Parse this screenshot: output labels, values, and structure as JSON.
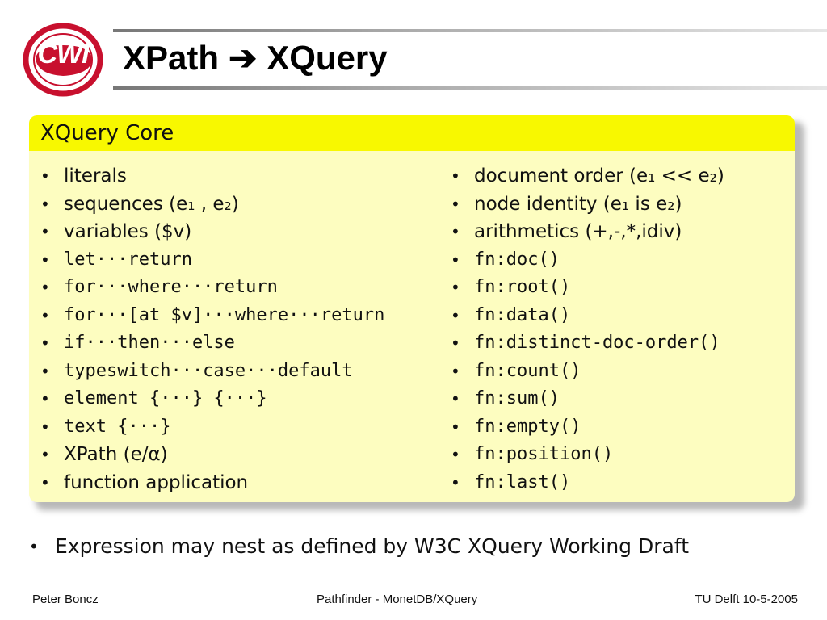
{
  "logo": {
    "text": "CWI",
    "ring_color": "#c8102e"
  },
  "title": {
    "left": "XPath",
    "arrow": "➔",
    "right": "XQuery"
  },
  "box": {
    "header": "XQuery Core",
    "header_color": "#f8f800",
    "body_color": "#fdfdc0",
    "left_items": [
      {
        "text": "literals",
        "mono": false
      },
      {
        "text": "sequences (e₁ , e₂)",
        "mono": false
      },
      {
        "text": "variables ($v)",
        "mono": false
      },
      {
        "text": "let···return",
        "mono": true
      },
      {
        "text": "for···where···return",
        "mono": true
      },
      {
        "text": "for···[at $v]···where···return",
        "mono": true
      },
      {
        "text": "if···then···else",
        "mono": true
      },
      {
        "text": "typeswitch···case···default",
        "mono": true
      },
      {
        "text": "element {···} {···}",
        "mono": true
      },
      {
        "text": "text {···}",
        "mono": true
      },
      {
        "text": "XPath (e/α)",
        "mono": false
      },
      {
        "text": "function application",
        "mono": false
      }
    ],
    "right_items": [
      {
        "text": "document order (e₁ << e₂)",
        "mono": false
      },
      {
        "text": "node identity (e₁ is e₂)",
        "mono": false
      },
      {
        "text": "arithmetics (+,-,*,idiv)",
        "mono": false
      },
      {
        "text": "fn:doc()",
        "mono": true
      },
      {
        "text": "fn:root()",
        "mono": true
      },
      {
        "text": "fn:data()",
        "mono": true
      },
      {
        "text": "fn:distinct-doc-order()",
        "mono": true
      },
      {
        "text": "fn:count()",
        "mono": true
      },
      {
        "text": "fn:sum()",
        "mono": true
      },
      {
        "text": "fn:empty()",
        "mono": true
      },
      {
        "text": "fn:position()",
        "mono": true
      },
      {
        "text": "fn:last()",
        "mono": true
      }
    ]
  },
  "bullet_glyph": "•",
  "note": "Expression may nest as defined by W3C XQuery Working Draft",
  "footer": {
    "left": "Peter Boncz",
    "center": "Pathfinder - MonetDB/XQuery",
    "right": "TU Delft 10-5-2005"
  }
}
